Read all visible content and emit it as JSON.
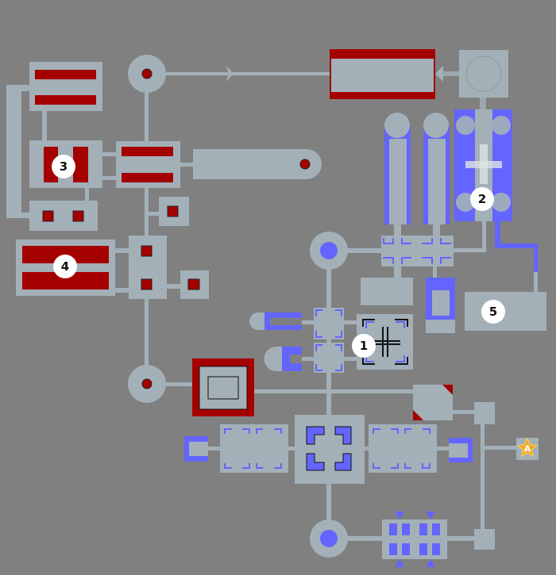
{
  "map": {
    "colors": {
      "background": "#808080",
      "floor": "#a3b0b8",
      "red_zone": "#a50000",
      "blue_zone": "#6464ff",
      "marker": "#ffffff",
      "star": "#f5a623"
    },
    "markers": [
      {
        "label": "1"
      },
      {
        "label": "2"
      },
      {
        "label": "3"
      },
      {
        "label": "4"
      },
      {
        "label": "5"
      }
    ],
    "objective": {
      "label": "A",
      "icon": "star-icon"
    }
  }
}
